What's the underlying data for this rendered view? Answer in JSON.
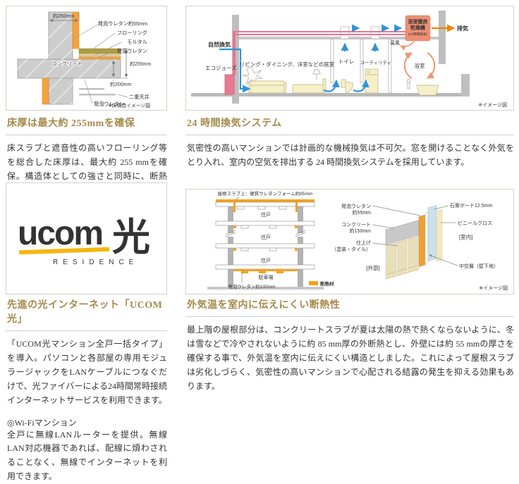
{
  "floor_section": {
    "heading": "床厚は最大約 255mmを確保",
    "body": "床スラブと遮音性の高いフローリング等を総合した床厚は、最大約 255 mmを確保。構造体としての強さと同時に、断熱性、遮音性においてすぐれた効果を発揮します。",
    "diagram": {
      "dim_top": "約250mm",
      "label_urethane55": "発泡ウレタン約55mm",
      "label_flooring": "フローリング",
      "label_mortar": "モルタル",
      "label_urethane": "発泡ウレタン",
      "label_concrete": "コンクリート",
      "dim_255": "約255mm",
      "dim_200": "約200mm",
      "label_double_ceiling": "二重天井",
      "label_urethane_bottom": "発泡ウレタン",
      "note": "※床構造イメージ図"
    }
  },
  "ventilation_section": {
    "heading": "24 時間換気システム",
    "body": "気密性の高いマンションでは計画的な機械換気は不可欠。窓を開けることなく外気をとり入れ、室内の空気を排出する 24 時間換気システムを採用しています。",
    "diagram": {
      "natural": "自然換気",
      "ecojozu": "エコジョーズ",
      "living": "リビング・ダイニング、洋室などの居室",
      "toilet": "トイレ",
      "utility": "ユーティリティ",
      "bath": "浴室",
      "dryer1": "浴室暖房",
      "dryer2": "乾燥機",
      "dryer3": "(24時間換気)",
      "exhaust": "排気",
      "warm_air": "温風",
      "note": "※イメージ図"
    }
  },
  "internet_section": {
    "heading": "先進の光インターネット「UCOM 光」",
    "body": "「UCOM光マンション全戸一括タイプ」を導入。パソコンと各部屋の専用モジュラージャックをLANケーブルにつなぐだけで、光ファイバーによる24時間常時接続インターネットサービスを利用できます。",
    "wifi_title": "◎Wi-Fiマンション",
    "wifi_body": "全戸に無線LANルーターを提供。無線LAN対応機器であれば、配線に煩わされることなく、無線でインターネットを利用できます。",
    "logo": {
      "wordmark": "ucom",
      "hikari": "光",
      "sub": "RESIDENCE"
    }
  },
  "insulation_section": {
    "heading": "外気温を室内に伝えにくい断熱性",
    "body": "最上階の屋根部分は、コンクリートスラブが夏は太陽の熱で熱くならないように、冬は雪などで冷やされないように約 85 mm厚の外断熱とし、外壁には約 55 mmの厚さを確保する事で、外気温を室内に伝えにくい構造としました。これによって屋根スラブは劣化しづらく、気密性の高いマンションで心配される結露の発生を抑える効果もあります。",
    "building": {
      "roof_label": "屋根スラブ上：硬質ウレタンフォーム約85mm",
      "unit": "住戸",
      "parking": "駐車場",
      "urethane100": "発泡ウレタン約100mm",
      "legend": "断熱材"
    },
    "wall": {
      "urethane_l1": "発泡ウレタン",
      "urethane_l2": "約55mm",
      "concrete_l1": "コンクリート",
      "concrete_l2": "約150mm",
      "finish_l1": "仕上げ",
      "finish_l2": "（塗装・タイル）",
      "exterior": "[外部]",
      "gypsum": "石膏ボード12.5mm",
      "vinyl": "ビニールクロス",
      "interior": "[室内]",
      "hollow": "中空層（壁下地）",
      "note": "※イメージ図"
    }
  }
}
